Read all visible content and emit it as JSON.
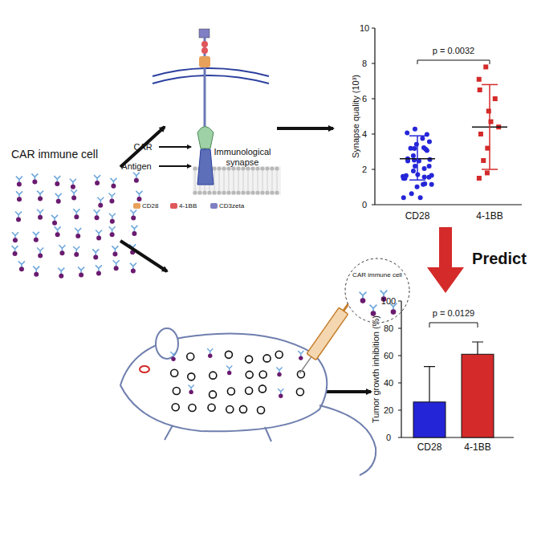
{
  "diagram": {
    "labels": [
      "CAR immune cell",
      "CAR",
      "Antigen",
      "Immunological synapse",
      "Synapse quality (10³)",
      "p = 0.0032",
      "10",
      "8",
      "6",
      "4",
      "2",
      "0",
      "CD28",
      "4-1BB",
      "Predict",
      "CAR immune cell",
      "Tumor growth inhibition (%)",
      "100",
      "80",
      "60",
      "40",
      "20",
      "0",
      "p = 0.0129",
      "CD28",
      "4-1BB"
    ],
    "legend": [
      {
        "text": "CD28",
        "color": "#e8a15a"
      },
      {
        "text": "4-1BB",
        "color": "#e0575b"
      },
      {
        "text": "CD3zeta",
        "color": "#7f7fc4"
      }
    ]
  }
}
